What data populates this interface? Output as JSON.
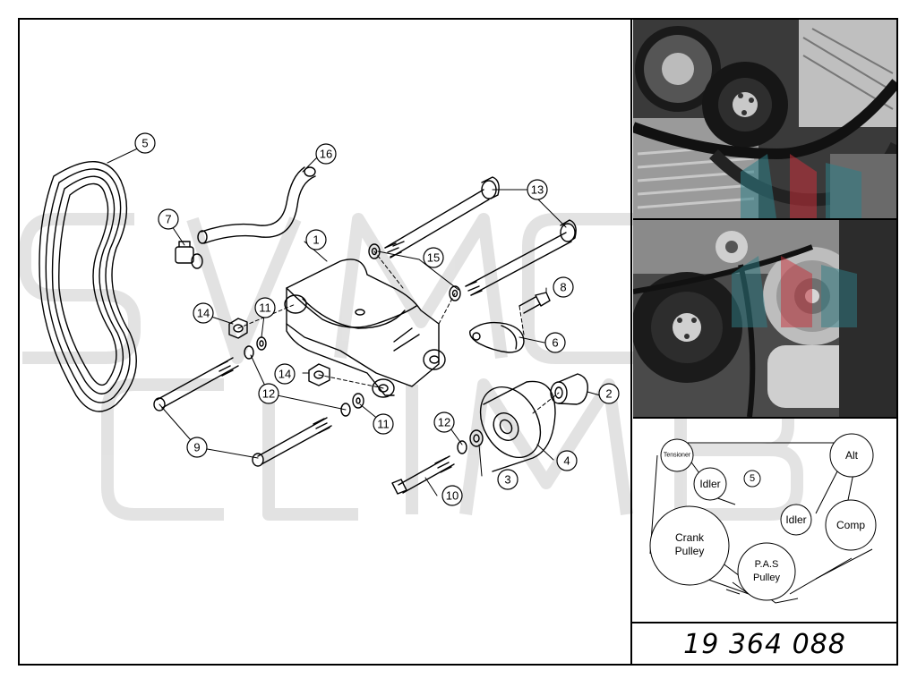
{
  "diagram": {
    "callouts": [
      "1",
      "2",
      "3",
      "4",
      "5",
      "6",
      "7",
      "8",
      "9",
      "10",
      "11",
      "11",
      "12",
      "12",
      "13",
      "14",
      "14",
      "15",
      "16"
    ],
    "watermark_text": "SVM CLIMB",
    "belt_routing": {
      "tensioner": "Tensioner",
      "idler_top": "Idler",
      "alt": "Alt",
      "belt_number": "5",
      "idler_lower": "Idler",
      "comp": "Comp",
      "crank_line1": "Crank",
      "crank_line2": "Pulley",
      "pas_line1": "P.A.S",
      "pas_line2": "Pulley"
    },
    "part_number": "19 364 088"
  },
  "colors": {
    "ink": "#000000",
    "watermark": "#e3e3e3",
    "photo_dark": "#2a2a2a",
    "photo_mid": "#8a8a8a",
    "logo_red": "#c8303a",
    "logo_teal": "#2f7f88"
  }
}
